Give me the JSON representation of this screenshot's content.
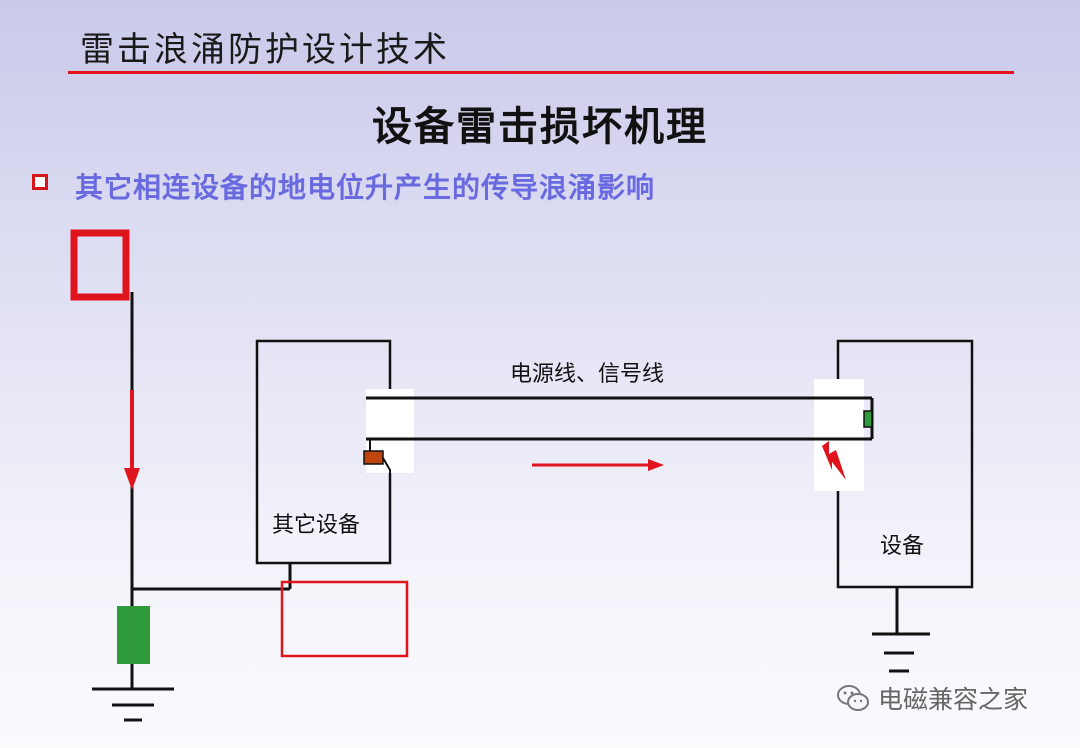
{
  "header": {
    "title": "雷击浪涌防护设计技术"
  },
  "slide": {
    "title": "设备雷击损坏机理",
    "bullet": "其它相连设备的地电位升产生的传导浪涌影响"
  },
  "diagram": {
    "line_label": "电源线、信号线",
    "other_equipment_label": "其它设备",
    "equipment_label": "设备"
  },
  "watermark": {
    "text": "电磁兼容之家"
  },
  "colors": {
    "accent_red": "#e0141c",
    "bullet_blue": "#6a6ae0",
    "ground_green": "#2e9a3a",
    "protector_orange": "#c0440e"
  }
}
